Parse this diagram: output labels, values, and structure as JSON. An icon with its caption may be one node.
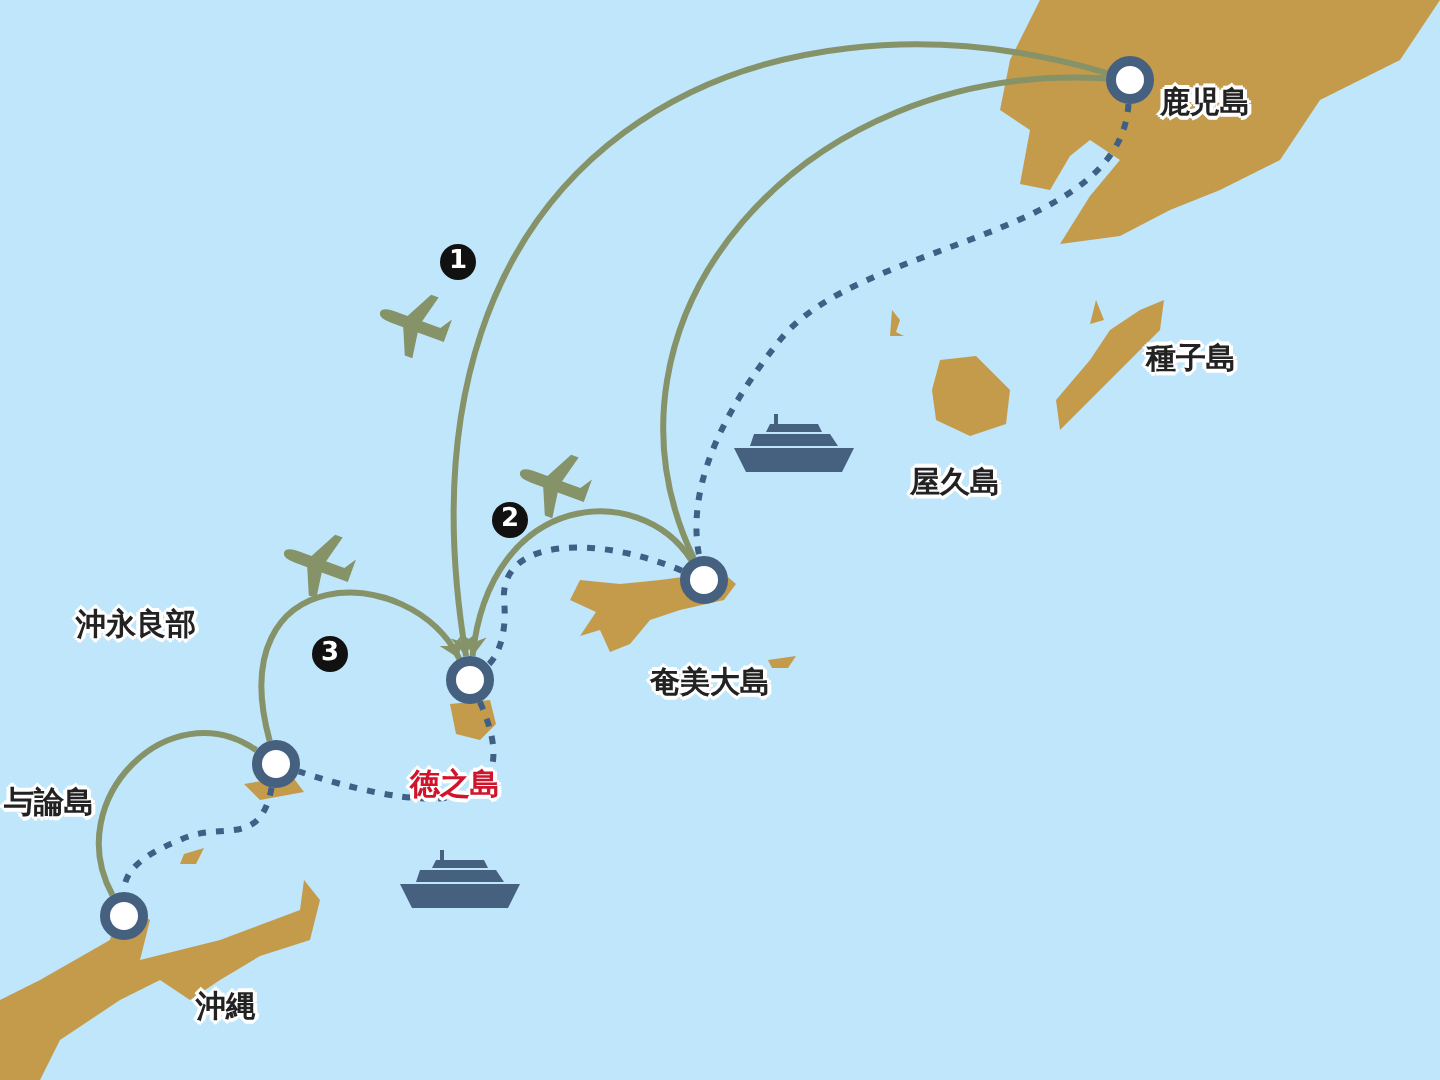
{
  "diagram": {
    "nodes": [
      {
        "text": [],
        "shape": "circle",
        "beside": [
          "鹿児島"
        ]
      },
      {
        "text": [],
        "shape": "circle",
        "beside": [
          "奄美大島"
        ]
      },
      {
        "text": [],
        "shape": "circle",
        "beside": [
          "徳之島"
        ]
      },
      {
        "text": [],
        "shape": "circle",
        "beside": [
          "沖永良部"
        ]
      },
      {
        "text": [],
        "shape": "circle",
        "beside": [
          "沖縄"
        ]
      }
    ],
    "edges": [
      {
        "from": 0,
        "to": 2,
        "arrow": "to"
      },
      {
        "from": 0,
        "to": 1,
        "arrow": "none"
      },
      {
        "from": 1,
        "to": 2,
        "arrow": "to"
      },
      {
        "from": 3,
        "to": 2,
        "arrow": "to"
      },
      {
        "from": 3,
        "to": 4,
        "arrow": "none"
      },
      {
        "from": 0,
        "to": 1,
        "arrow": "none",
        "style": "dashed",
        "color": "#3f5f85"
      },
      {
        "from": 1,
        "to": 2,
        "arrow": "none",
        "style": "dashed",
        "color": "#3f5f85"
      },
      {
        "from": 2,
        "to": 3,
        "arrow": "none",
        "style": "dashed",
        "color": "#3f5f85"
      },
      {
        "from": 3,
        "to": 4,
        "arrow": "none",
        "style": "dashed",
        "color": "#3f5f85"
      }
    ],
    "labels": [
      "1",
      "種子島",
      "屋久島",
      "2",
      "3",
      "与論島"
    ]
  }
}
